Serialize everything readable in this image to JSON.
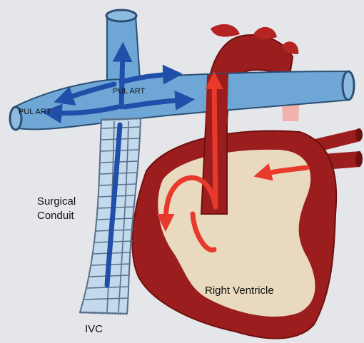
{
  "labels": {
    "pul_art_right": "PUL ART",
    "pul_art_left": "PUL ART",
    "surgical_conduit_line1": "Surgical",
    "surgical_conduit_line2": "Conduit",
    "right_ventricle": "Right Ventricle",
    "ivc": "IVC"
  },
  "colors": {
    "background": "#e5e6ea",
    "pulmonary_artery": "#6ea7d6",
    "pulmonary_artery_dark": "#2c4f73",
    "venous_flow_arrow": "#1f4fa8",
    "conduit_fill": "#c3d9ec",
    "conduit_stripe": "#5a6f8a",
    "heart_muscle": "#9b1d1d",
    "heart_muscle_dark": "#6e1010",
    "ventricle_cavity": "#e8d9bf",
    "arterial_flow_arrow": "#e8392d",
    "aortic_root_pink": "#f0b3ac"
  }
}
